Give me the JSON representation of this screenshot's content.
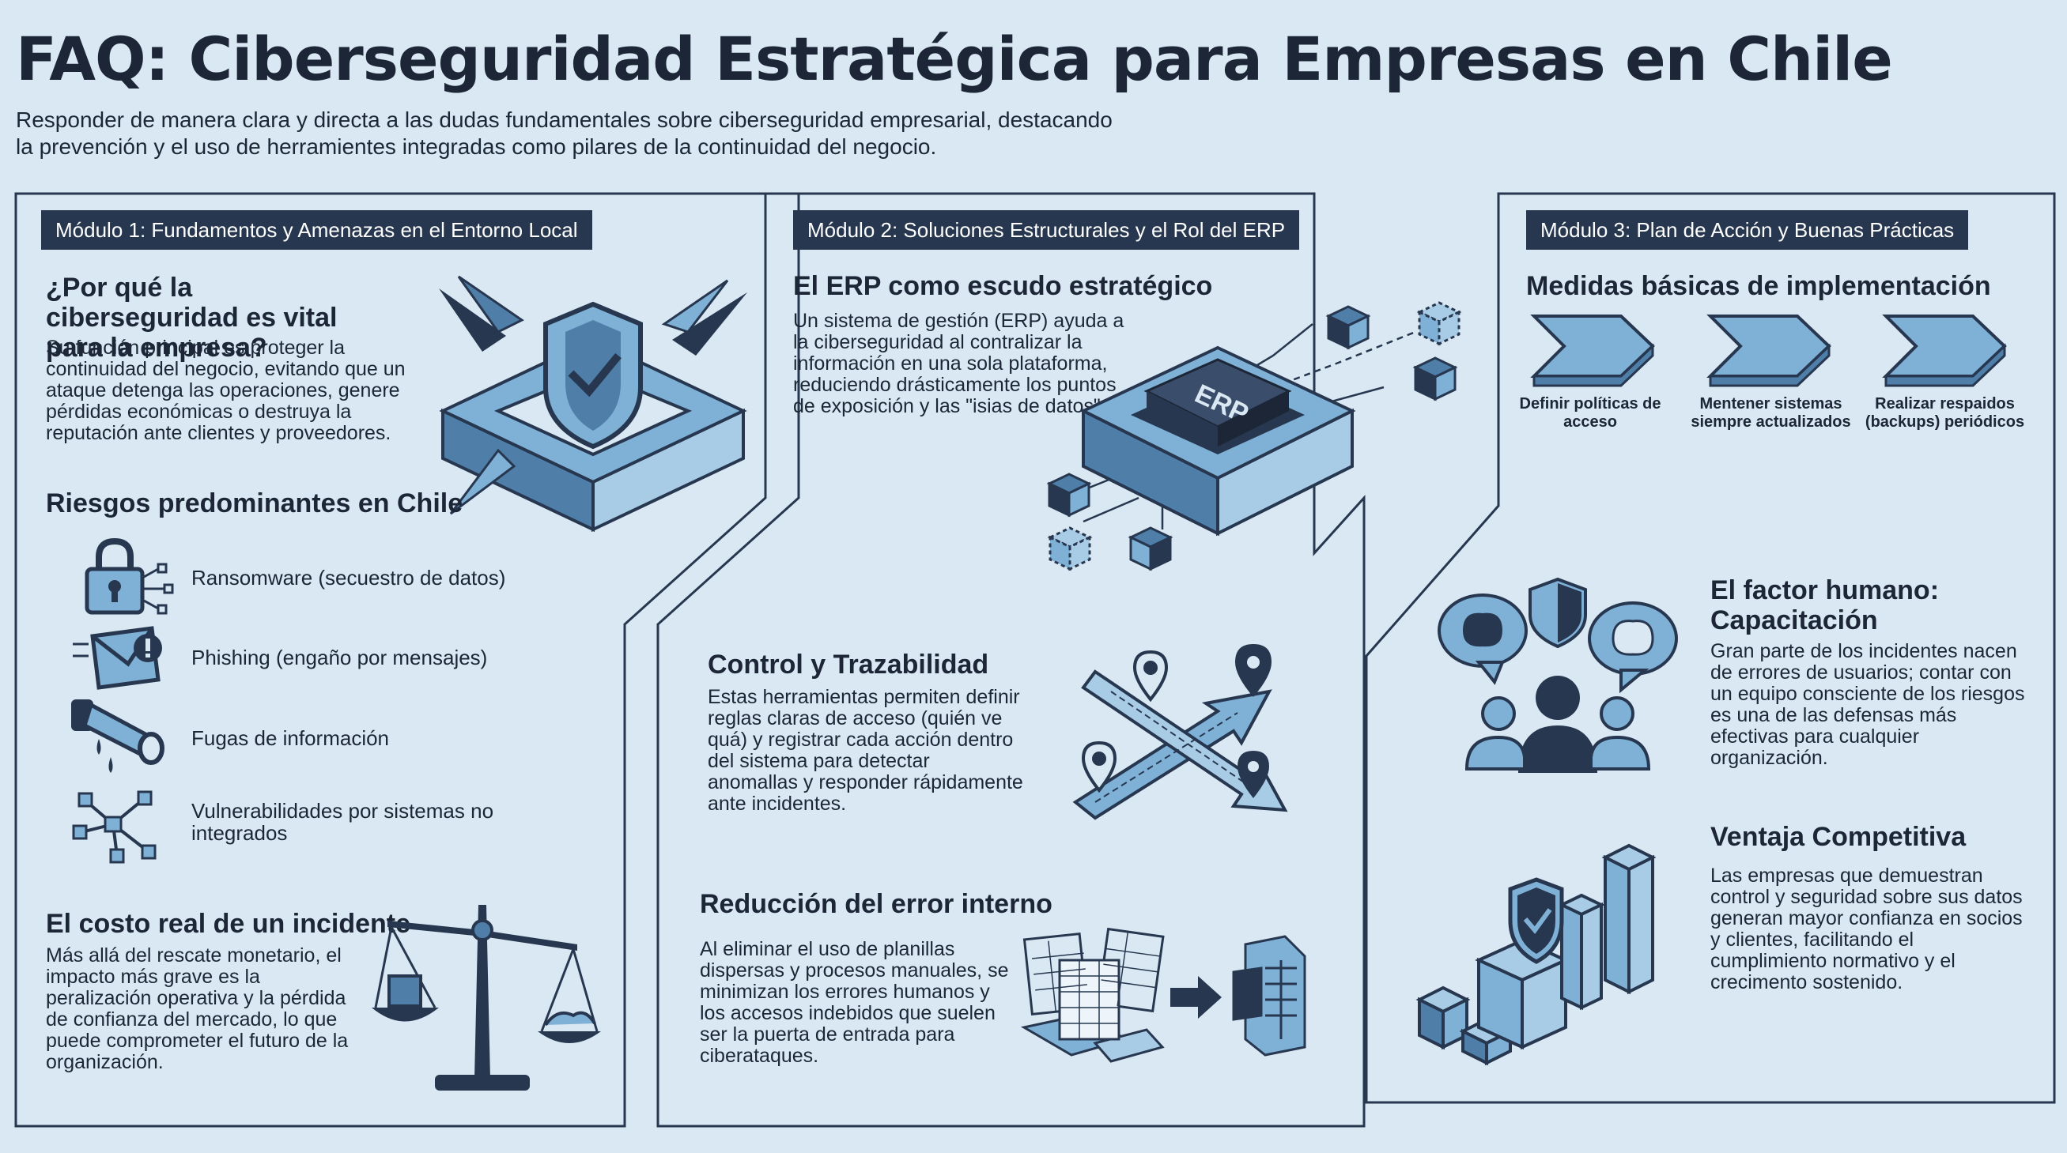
{
  "header": {
    "title": "FAQ: Ciberseguridad Estratégica para Empresas en Chile",
    "subtitle": "Responder de manera clara y directa a las dudas fundamentales sobre ciberseguridad empresarial, destacando la prevención y el uso de herramientes integradas como pilares de la continuidad del negocio."
  },
  "colors": {
    "background": "#d9e8f2",
    "dark": "#27374f",
    "accent": "#7fb0d6",
    "accent_dark": "#4f7fa8"
  },
  "module1": {
    "tag": "Módulo 1: Fundamentos y Amenazas en el Entorno Local",
    "q1_title": "¿Por qué la ciberseguridad es vital para la empresa?",
    "q1_body": "Su función principal es proteger la continuidad del negocio, evitando que un ataque detenga las operaciones, genere pérdidas económicas o destruya la reputación ante clientes y proveedores.",
    "risks_title": "Riesgos predominantes en Chile",
    "risks": [
      {
        "label": "Ransomware (secuestro de datos)",
        "icon": "padlock-icon"
      },
      {
        "label": "Phishing (engaño por mensajes)",
        "icon": "envelope-alert-icon"
      },
      {
        "label": "Fugas de información",
        "icon": "leaking-pipe-icon"
      },
      {
        "label": "Vulnerabilidades por sistemas no integrados",
        "icon": "network-nodes-icon"
      }
    ],
    "cost_title": "El costo real de un incidente",
    "cost_body": "Más allá del rescate monetario, el impacto más grave es la peralización operativa y la pérdida de confianza del mercado, lo que puede comprometer el futuro de la organización."
  },
  "module2": {
    "tag": "Módulo 2: Soluciones Estructurales y el Rol del ERP",
    "erp_title": "El ERP como escudo estratégico",
    "erp_body": "Un sistema de gestión (ERP) ayuda a la ciberseguridad al contralizar la información en una sola plataforma, reduciendo drásticamente los puntos de exposición y las \"isias de datos\".",
    "erp_label": "ERP",
    "control_title": "Control y Trazabilidad",
    "control_body": "Estas herramientas permiten definir reglas claras de acceso (quién ve quá) y registrar cada acción dentro del sistema para detectar anomallas y responder rápidamente ante incidentes.",
    "error_title": "Reducción del error interno",
    "error_body": "Al eliminar el uso de planillas dispersas y procesos manuales, se minimizan los errores humanos y los accesos indebidos que suelen ser la puerta de entrada para ciberataques."
  },
  "module3": {
    "tag": "Módulo 3: Plan de Acción y Buenas Prácticas",
    "measures_title": "Medidas básicas de implementación",
    "steps": [
      "Definir políticas de acceso",
      "Mentener sistemas siempre actualizados",
      "Realizar respaidos (backups) periódicos"
    ],
    "human_title": "El factor humano: Capacitación",
    "human_body": "Gran parte de los incidentes nacen de errores de usuarios; contar con un equipo consciente de los riesgos es una de las defensas más efectivas para cualquier organización.",
    "advantage_title": "Ventaja Competitiva",
    "advantage_body": "Las empresas que demuestran control y seguridad sobre sus datos generan mayor confianza en socios y clientes, facilitando el cumplimiento normativo y el crecimento sostenido."
  }
}
